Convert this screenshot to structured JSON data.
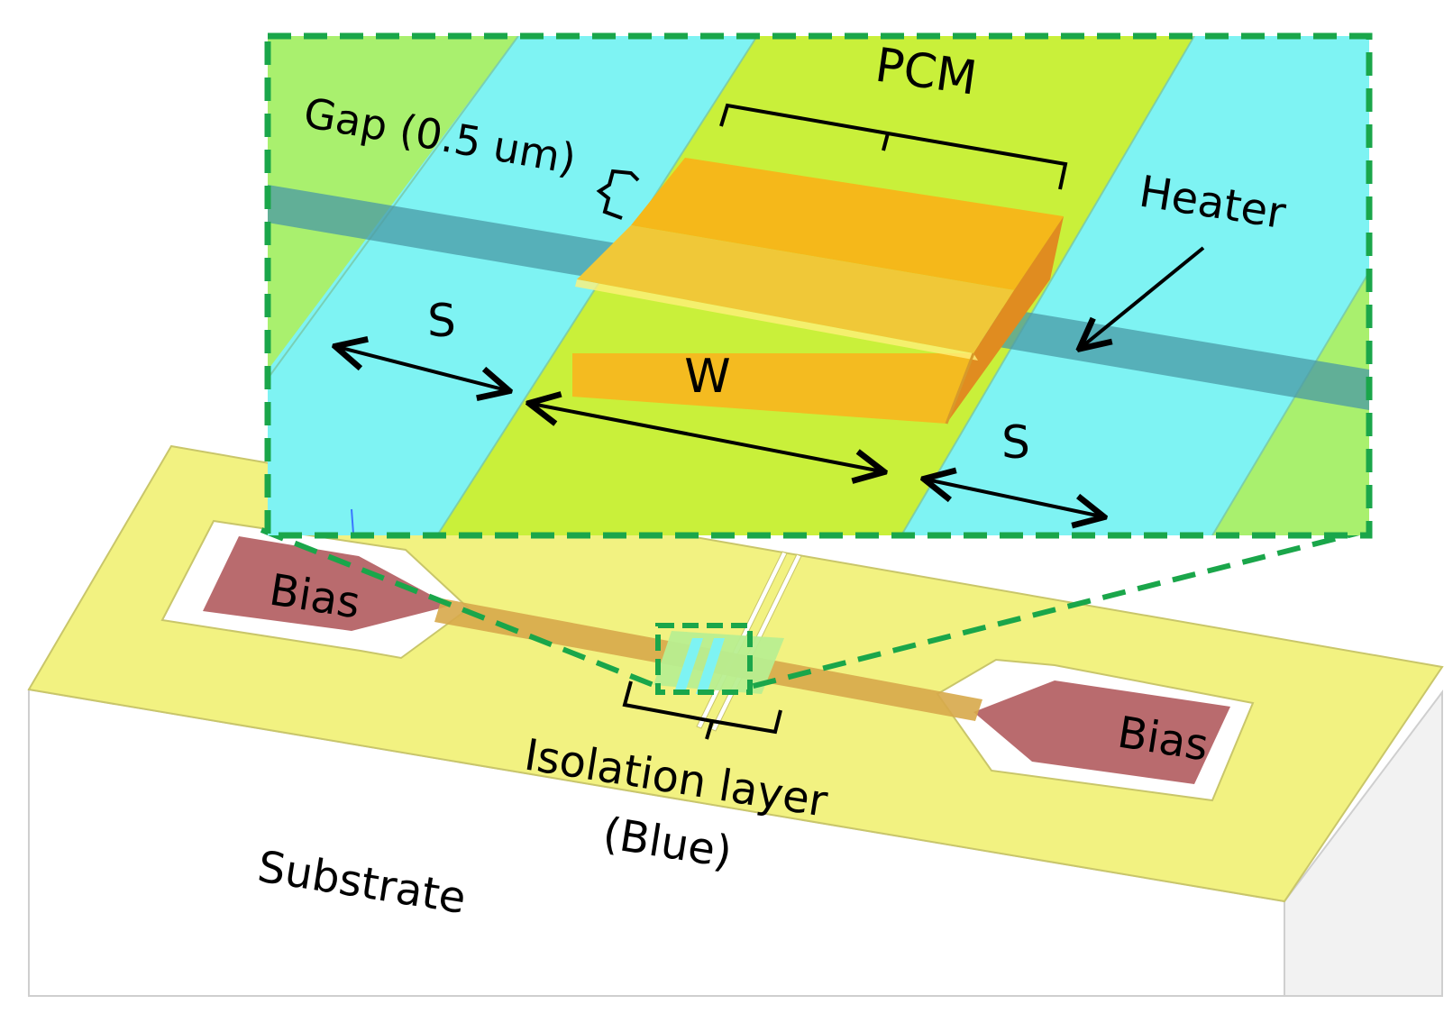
{
  "labels": {
    "pcm": "PCM",
    "gap": "Gap (0.5 um)",
    "heater": "Heater",
    "s_left": "S",
    "s_right": "S",
    "w": "W",
    "bias_left": "Bias",
    "bias_right": "Bias",
    "isolation_line1": "Isolation layer",
    "isolation_line2": "(Blue)",
    "substrate": "Substrate"
  },
  "colors": {
    "ground_metal": "#f2f281",
    "signal_metal": "#c9f03a",
    "isolation": "#7ef3f3",
    "heater": "#4a9aa6",
    "pcm": "#f5b81a",
    "bias_pad": "#b96b6e",
    "zoom_outline": "#1aa64a",
    "substrate": "#ffffff"
  }
}
